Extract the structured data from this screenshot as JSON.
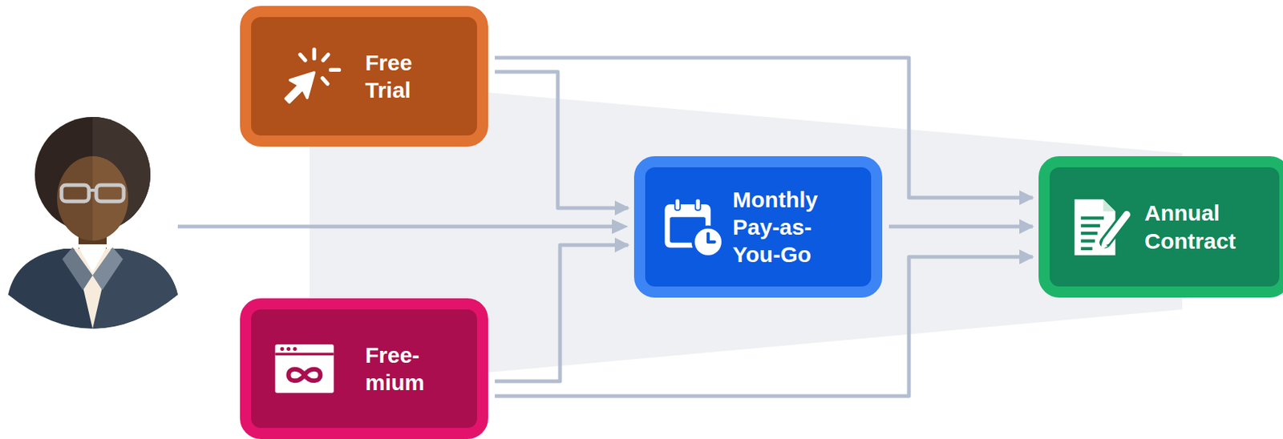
{
  "diagram": {
    "nodes": [
      {
        "text": [
          "Free Trial"
        ]
      },
      {
        "text": [
          "Free- mium"
        ]
      },
      {
        "text": [
          "Monthly Pay-as- You-Go"
        ]
      },
      {
        "text": [
          "Annual Contract"
        ]
      }
    ],
    "edges": [
      {
        "from": 0,
        "to": 2,
        "arrow": "to"
      },
      {
        "from": 0,
        "to": 3,
        "arrow": "to"
      },
      {
        "from": 1,
        "to": 2,
        "arrow": "to"
      },
      {
        "from": 1,
        "to": 3,
        "arrow": "to"
      },
      {
        "from": 2,
        "to": 3,
        "arrow": "to"
      }
    ]
  }
}
